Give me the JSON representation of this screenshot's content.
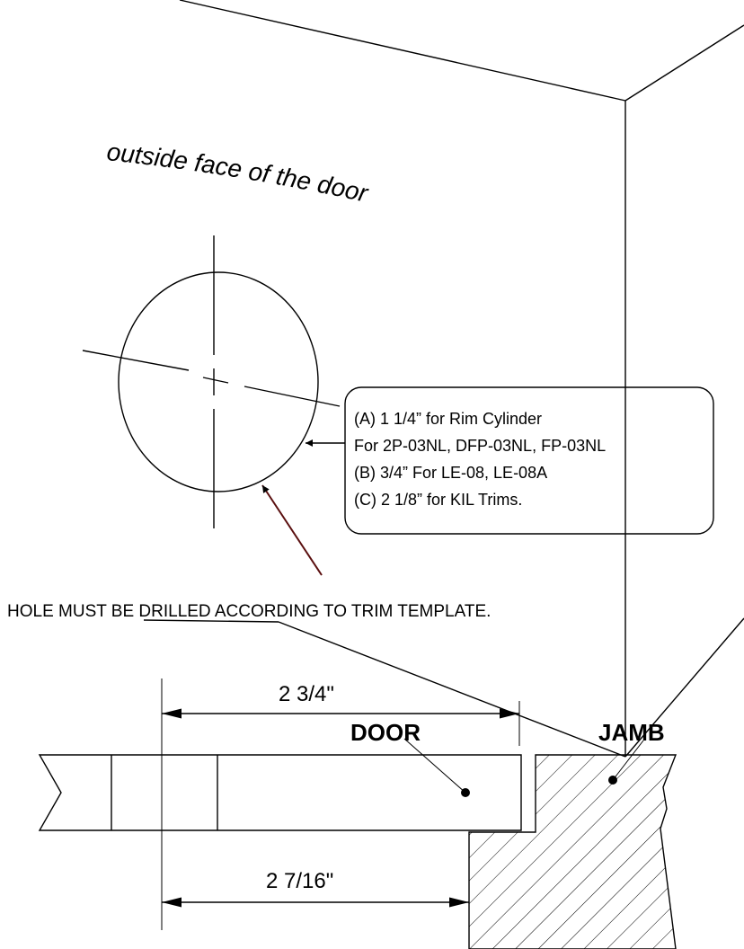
{
  "door_face_label": "outside face of the door",
  "hole_callout": {
    "lines": [
      "(A) 1 1/4”  for Rim Cylinder",
      "For 2P-03NL, DFP-03NL, FP-03NL",
      "(B) 3/4” For LE-08, LE-08A",
      "(C) 2 1/8” for KIL Trims."
    ]
  },
  "drill_note": "HOLE MUST BE DRILLED ACCORDING TO TRIM TEMPLATE.",
  "dimensions": {
    "door_thickness": "2 3/4\"",
    "backset": "2 7/16\""
  },
  "labels": {
    "door": "DOOR",
    "jamb": "JAMB"
  },
  "colors": {
    "line": "#000000",
    "arrow_accent": "#5a0f0f",
    "background": "#ffffff"
  }
}
